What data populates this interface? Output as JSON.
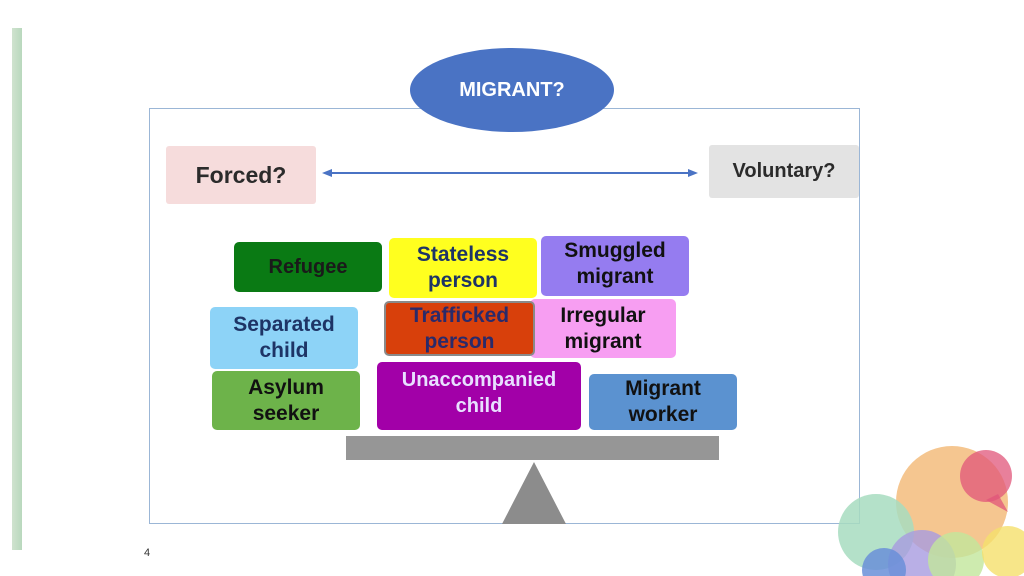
{
  "title": "MIGRANT?",
  "scale": {
    "left_label": "Forced?",
    "right_label": "Voluntary?"
  },
  "categories": {
    "refugee": "Refugee",
    "stateless": "Stateless person",
    "smuggled": "Smuggled migrant",
    "trafficked": "Trafficked person",
    "irregular": "Irregular migrant",
    "separated": "Separated child",
    "unaccompanied": "Unaccompanied child",
    "asylum": "Asylum seeker",
    "migrant_worker": "Migrant worker"
  },
  "page_number": "4",
  "colors": {
    "title_oval": "#4a73c4",
    "arrow": "#4a73c4",
    "beam": "#969696"
  }
}
